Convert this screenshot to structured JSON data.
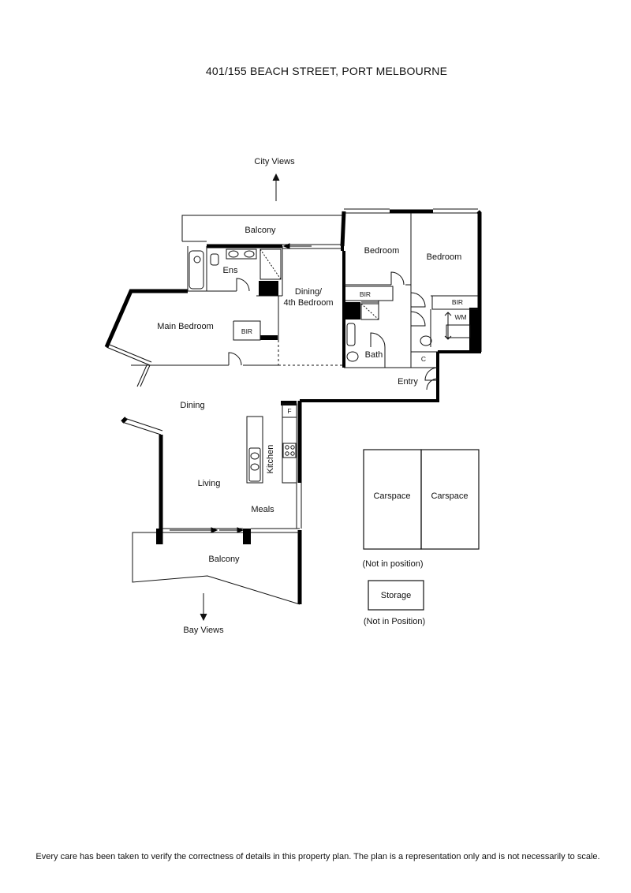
{
  "title": "401/155 BEACH STREET, PORT MELBOURNE",
  "labels": {
    "city_views": "City Views",
    "bay_views": "Bay Views",
    "balcony_top": "Balcony",
    "balcony_bottom": "Balcony",
    "ens": "Ens",
    "main_bedroom": "Main Bedroom",
    "bir_main": "BIR",
    "dining_4th_line1": "Dining/",
    "dining_4th_line2": "4th Bedroom",
    "bedroom_1": "Bedroom",
    "bedroom_2": "Bedroom",
    "bir_bed1": "BIR",
    "bir_bed2": "BIR",
    "wm": "WM",
    "bath": "Bath",
    "c": "C",
    "entry": "Entry",
    "dining": "Dining",
    "living": "Living",
    "kitchen": "Kitchen",
    "meals": "Meals",
    "fridge": "F",
    "carspace_1": "Carspace",
    "carspace_2": "Carspace",
    "carspace_note": "(Not in position)",
    "storage": "Storage",
    "storage_note": "(Not in Position)"
  },
  "colors": {
    "wall": "#000000",
    "line": "#111111",
    "background": "#ffffff"
  },
  "disclaimer": "Every care has been taken to verify the correctness of details in this property plan. The plan is a representation only and is not necessarily to scale."
}
